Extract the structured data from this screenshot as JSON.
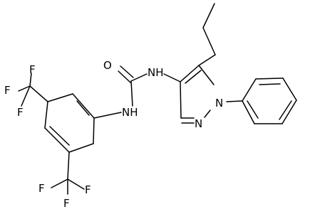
{
  "atoms": {
    "f1": "F",
    "f2": "F",
    "f3": "F",
    "f4": "F",
    "f5": "F",
    "f6": "F",
    "nh_left": "NH",
    "nh_right": "NH",
    "o": "O",
    "n_pyrazole_1": "N",
    "n_pyrazole_2": "N"
  }
}
